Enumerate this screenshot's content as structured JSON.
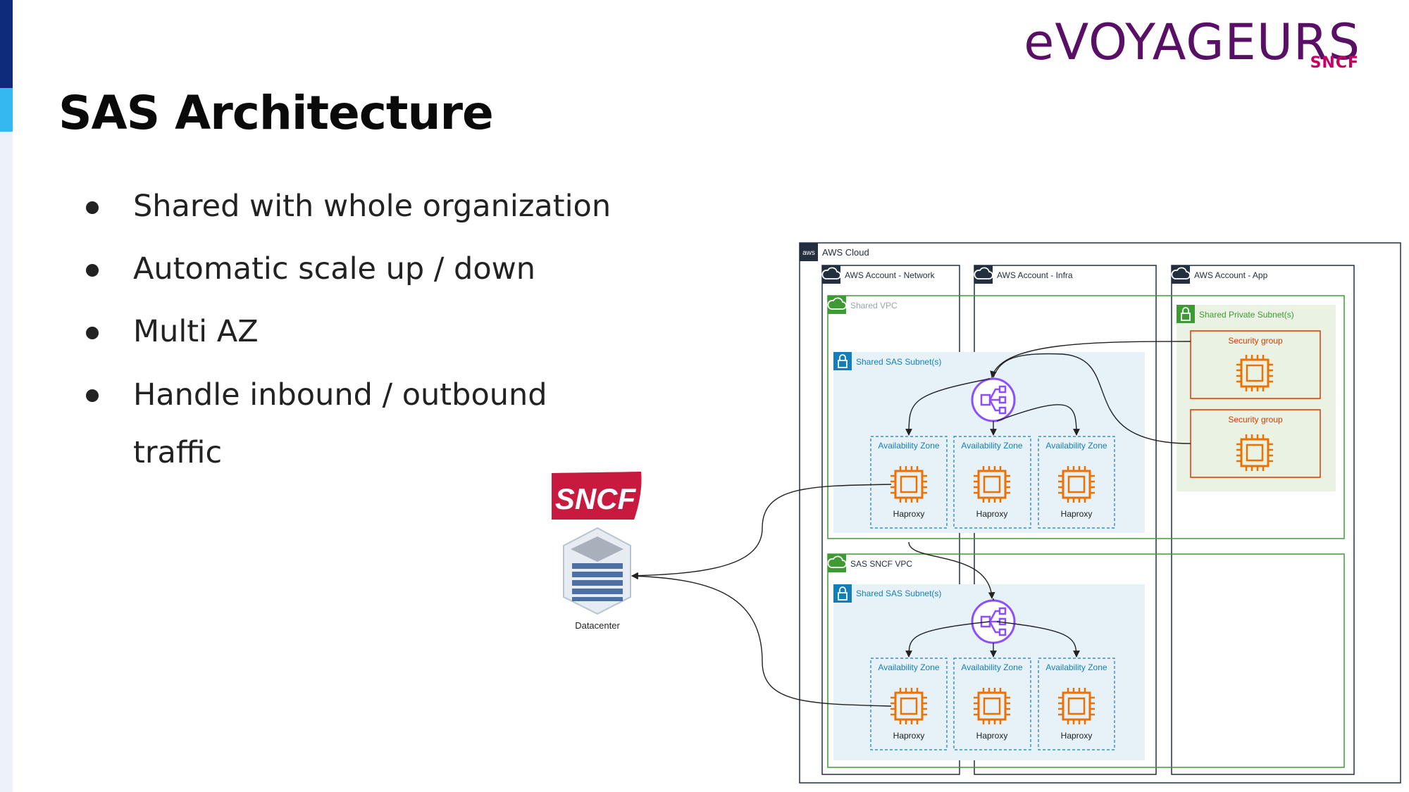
{
  "slide": {
    "title": "SAS Architecture",
    "bullets": [
      "Shared with whole organization",
      "Automatic scale up / down",
      "Multi AZ",
      "Handle inbound / outbound traffic"
    ]
  },
  "brand": {
    "wordmark": "eVOYAGEURS",
    "sub": "SNCF",
    "primary_color": "#5a0f66",
    "accent_color": "#c70063"
  },
  "diagram": {
    "cloud_label": "AWS Cloud",
    "aws_badge": "aws",
    "accounts": [
      "AWS Account - Network",
      "AWS Account - Infra",
      "AWS Account - App"
    ],
    "shared_vpc_label": "Shared VPC",
    "sas_sncf_vpc_label": "SAS SNCF VPC",
    "shared_sas_subnet_label": "Shared SAS Subnet(s)",
    "shared_private_subnet_label": "Shared Private Subnet(s)",
    "security_group_label": "Security group",
    "az_label": "Availability Zone",
    "haproxy_label": "Haproxy",
    "datacenter_label": "Datacenter",
    "sncf_logo_text": "SNCF",
    "colors": {
      "vpc_green": "#3f9a35",
      "subnet_blue": "#147eba",
      "subnet_fill": "#e6f2f8",
      "private_fill": "#e9f2e3",
      "security_red": "#d83b01",
      "compute_orange": "#ed7100",
      "elb_purple": "#8c4fff"
    }
  }
}
